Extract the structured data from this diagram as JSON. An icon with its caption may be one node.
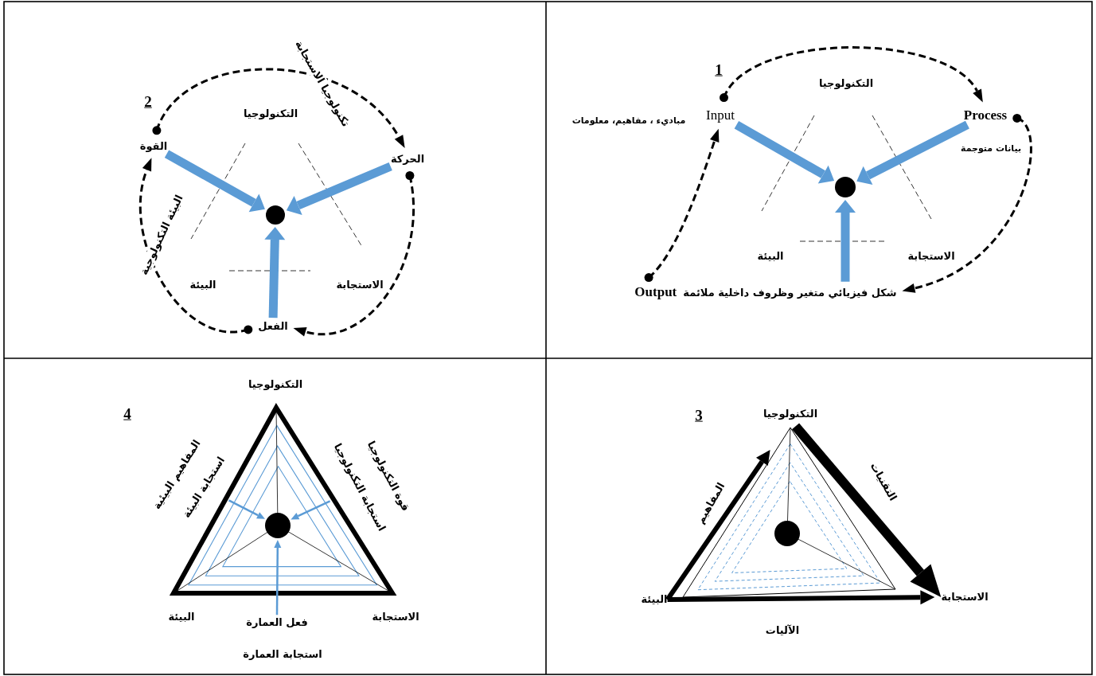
{
  "diagram": {
    "nodes": [
      {
        "text": [
          "Input"
        ],
        "beside": [
          "مباديء ، مفاهيم، معلومات"
        ]
      },
      {
        "text": [
          "Process"
        ],
        "beside": [
          "بيانات متوجمة"
        ]
      },
      {
        "text": [
          "شكل فيزيائي متغير وظروف داخلية ملائمة",
          "Output"
        ]
      },
      {
        "text": [],
        "shape": "circle"
      },
      {
        "text": [
          "القوة"
        ]
      },
      {
        "text": [
          "الحركة"
        ]
      },
      {
        "text": [
          "الفعل"
        ]
      },
      {
        "text": [],
        "shape": "circle"
      },
      {
        "text": [
          "التكنولوجيا"
        ]
      },
      {
        "text": [
          "البيئة"
        ]
      },
      {
        "text": [
          "الاستجابة"
        ]
      },
      {
        "text": [],
        "shape": "circle"
      },
      {
        "text": [],
        "shape": "circle"
      },
      {
        "text": [
          "استجابة البيئة"
        ]
      },
      {
        "text": [
          "استجابة التكنولوجيا"
        ]
      },
      {
        "text": [
          "فعل العمارة"
        ]
      }
    ],
    "edges": [
      {
        "from": 0,
        "to": 1,
        "arrow": "to",
        "style": "dashed"
      },
      {
        "from": 1,
        "to": 2,
        "arrow": "to",
        "style": "dashed"
      },
      {
        "from": 2,
        "to": 0,
        "arrow": "to",
        "style": "dashed"
      },
      {
        "from": 0,
        "to": 3,
        "arrow": "to",
        "style": "thick",
        "color": "#5b9bd5"
      },
      {
        "from": 1,
        "to": 3,
        "arrow": "to",
        "style": "thick",
        "color": "#5b9bd5"
      },
      {
        "from": 2,
        "to": 3,
        "arrow": "to",
        "style": "thick",
        "color": "#5b9bd5"
      },
      {
        "from": 4,
        "to": 5,
        "arrow": "to",
        "style": "dashed",
        "label": "تكنولوجيا الاستجابة"
      },
      {
        "from": 5,
        "to": 6,
        "arrow": "to",
        "style": "dashed"
      },
      {
        "from": 6,
        "to": 4,
        "arrow": "to",
        "style": "dashed",
        "label": "البيئة التكنولوجية"
      },
      {
        "from": 4,
        "to": 7,
        "arrow": "to",
        "style": "thick",
        "color": "#5b9bd5"
      },
      {
        "from": 5,
        "to": 7,
        "arrow": "to",
        "style": "thick",
        "color": "#5b9bd5"
      },
      {
        "from": 6,
        "to": 7,
        "arrow": "to",
        "style": "thick",
        "color": "#5b9bd5"
      },
      {
        "from": 9,
        "to": 8,
        "arrow": "to",
        "style": "thick",
        "color": "#000000",
        "label": "المفاهيم"
      },
      {
        "from": 9,
        "to": 10,
        "arrow": "to",
        "style": "thick",
        "color": "#000000",
        "label": "الآليات"
      },
      {
        "from": 8,
        "to": 10,
        "arrow": "to",
        "style": "thick",
        "color": "#000000",
        "label": "التقنيات"
      },
      {
        "from": 13,
        "to": 12,
        "arrow": "to",
        "color": "#5b9bd5"
      },
      {
        "from": 14,
        "to": 12,
        "arrow": "to",
        "color": "#5b9bd5"
      },
      {
        "from": 15,
        "to": 12,
        "arrow": "to",
        "color": "#5b9bd5"
      }
    ],
    "labels": [
      "2",
      "التكنولوجيا",
      "البيئة",
      "الاستجابة",
      "1",
      "التكنولوجيا",
      "البيئة",
      "الاستجابة",
      "التكنولوجيا",
      "4",
      "3",
      "المفاهيم البيئية",
      "قوة التكنولوجيا",
      "البيئة",
      "الاستجابة",
      "استجابة العمارة"
    ]
  }
}
